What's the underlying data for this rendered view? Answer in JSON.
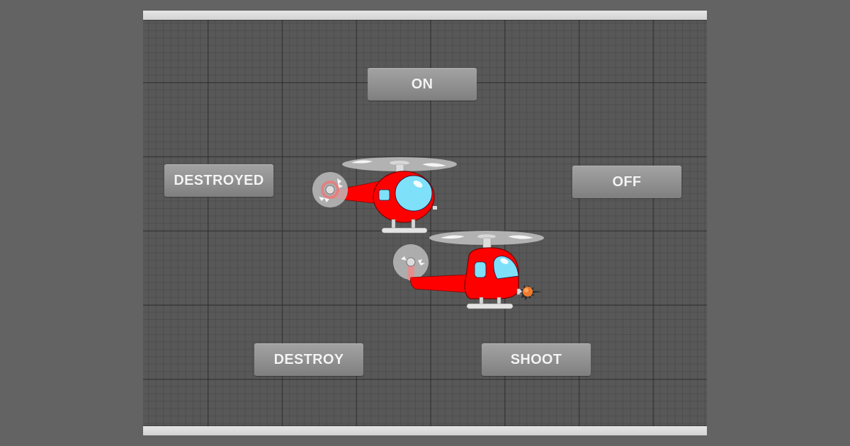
{
  "buttons": {
    "on": "ON",
    "off": "OFF",
    "destroyed": "DESTROYED",
    "destroy": "DESTROY",
    "shoot": "SHOOT"
  },
  "colors": {
    "background": "#636363",
    "stage": "#585858",
    "bar": "#dcdcdc",
    "button_top": "#a2a2a2",
    "button_bottom": "#7f7f7f",
    "heli_body": "#ff0000",
    "heli_window": "#7fe0fa",
    "rotor": "#bdbdbd",
    "flame": "#f07a2a"
  },
  "sprites": {
    "helicopter_1": "helicopter-idle",
    "helicopter_2": "helicopter-shooting"
  }
}
